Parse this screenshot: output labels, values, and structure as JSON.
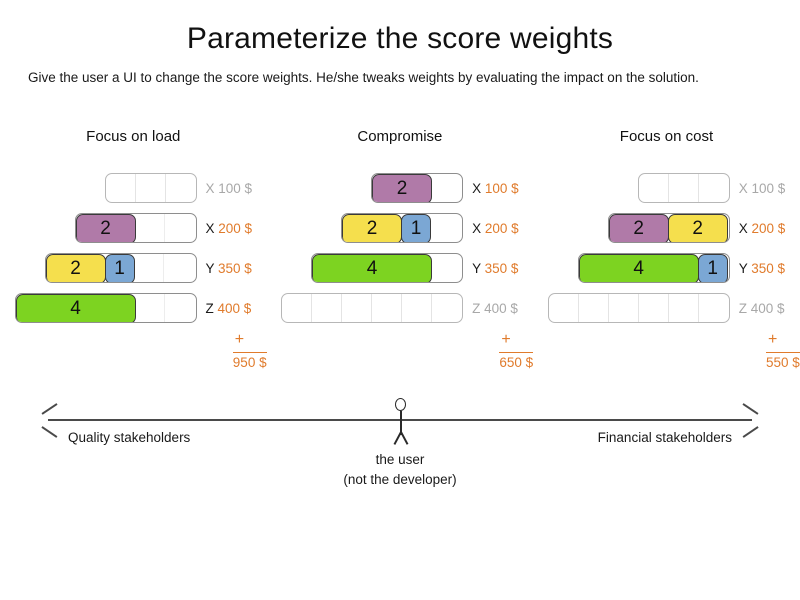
{
  "slide": {
    "title": "Parameterize the score weights",
    "subtitle": "Give the user a UI to change the score weights. He/she tweaks weights by evaluating the impact on the solution."
  },
  "colors": {
    "purple": "#b07aa8",
    "yellow": "#f5df4d",
    "blue": "#7ba7d4",
    "green": "#7dd321",
    "cost_orange": "#e07b2c",
    "inactive_gray": "#a8a8a8"
  },
  "scenarios": [
    {
      "title": "Focus on load",
      "rows": [
        {
          "key": "X",
          "cost": "100 $",
          "active": false,
          "slots": 3,
          "segments": []
        },
        {
          "key": "X",
          "cost": "200 $",
          "active": true,
          "slots": 4,
          "segments": [
            {
              "value": "2",
              "color": "purple",
              "width": 2
            }
          ]
        },
        {
          "key": "Y",
          "cost": "350 $",
          "active": true,
          "slots": 5,
          "segments": [
            {
              "value": "2",
              "color": "yellow",
              "width": 2
            },
            {
              "value": "1",
              "color": "blue",
              "width": 1
            }
          ]
        },
        {
          "key": "Z",
          "cost": "400 $",
          "active": true,
          "slots": 6,
          "segments": [
            {
              "value": "4",
              "color": "green",
              "width": 4
            }
          ]
        }
      ],
      "total": "950 $",
      "plus": "+"
    },
    {
      "title": "Compromise",
      "rows": [
        {
          "key": "X",
          "cost": "100 $",
          "active": true,
          "slots": 3,
          "segments": [
            {
              "value": "2",
              "color": "purple",
              "width": 2
            }
          ]
        },
        {
          "key": "X",
          "cost": "200 $",
          "active": true,
          "slots": 4,
          "segments": [
            {
              "value": "2",
              "color": "yellow",
              "width": 2
            },
            {
              "value": "1",
              "color": "blue",
              "width": 1
            }
          ]
        },
        {
          "key": "Y",
          "cost": "350 $",
          "active": true,
          "slots": 5,
          "segments": [
            {
              "value": "4",
              "color": "green",
              "width": 4
            }
          ]
        },
        {
          "key": "Z",
          "cost": "400 $",
          "active": false,
          "slots": 6,
          "segments": []
        }
      ],
      "total": "650 $",
      "plus": "+"
    },
    {
      "title": "Focus on cost",
      "rows": [
        {
          "key": "X",
          "cost": "100 $",
          "active": false,
          "slots": 3,
          "segments": []
        },
        {
          "key": "X",
          "cost": "200 $",
          "active": true,
          "slots": 4,
          "segments": [
            {
              "value": "2",
              "color": "purple",
              "width": 2
            },
            {
              "value": "2",
              "color": "yellow",
              "width": 2
            }
          ]
        },
        {
          "key": "Y",
          "cost": "350 $",
          "active": true,
          "slots": 5,
          "segments": [
            {
              "value": "4",
              "color": "green",
              "width": 4
            },
            {
              "value": "1",
              "color": "blue",
              "width": 1
            }
          ]
        },
        {
          "key": "Z",
          "cost": "400 $",
          "active": false,
          "slots": 6,
          "segments": []
        }
      ],
      "total": "550 $",
      "plus": "+"
    }
  ],
  "spectrum": {
    "left_label": "Quality stakeholders",
    "right_label": "Financial stakeholders",
    "caption_line1": "the user",
    "caption_line2": "(not the developer)"
  }
}
